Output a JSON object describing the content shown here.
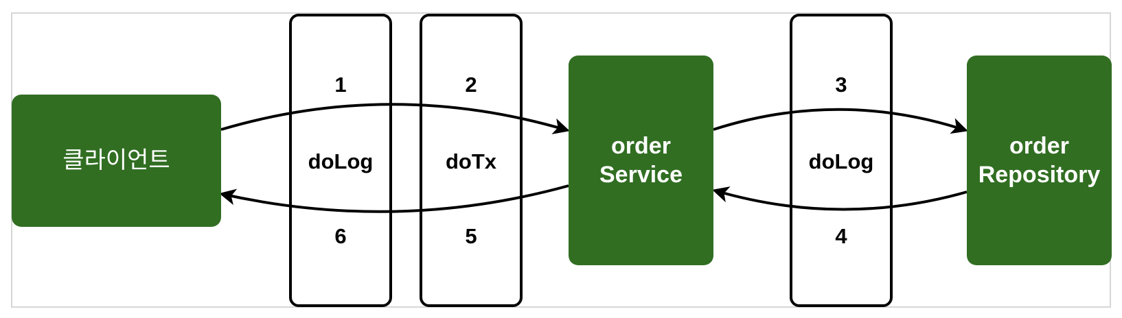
{
  "nodes": {
    "client": "클라이언트",
    "order_service": "order\nService",
    "order_repository": "order\nRepository"
  },
  "aspects": [
    {
      "label": "doLog",
      "top_number": "1",
      "bottom_number": "6"
    },
    {
      "label": "doTx",
      "top_number": "2",
      "bottom_number": "5"
    },
    {
      "label": "doLog",
      "top_number": "3",
      "bottom_number": "4"
    }
  ],
  "colors": {
    "node_fill": "#316e22",
    "node_text": "#ffffff",
    "outline": "#000000",
    "frame": "#d6d6d6"
  }
}
